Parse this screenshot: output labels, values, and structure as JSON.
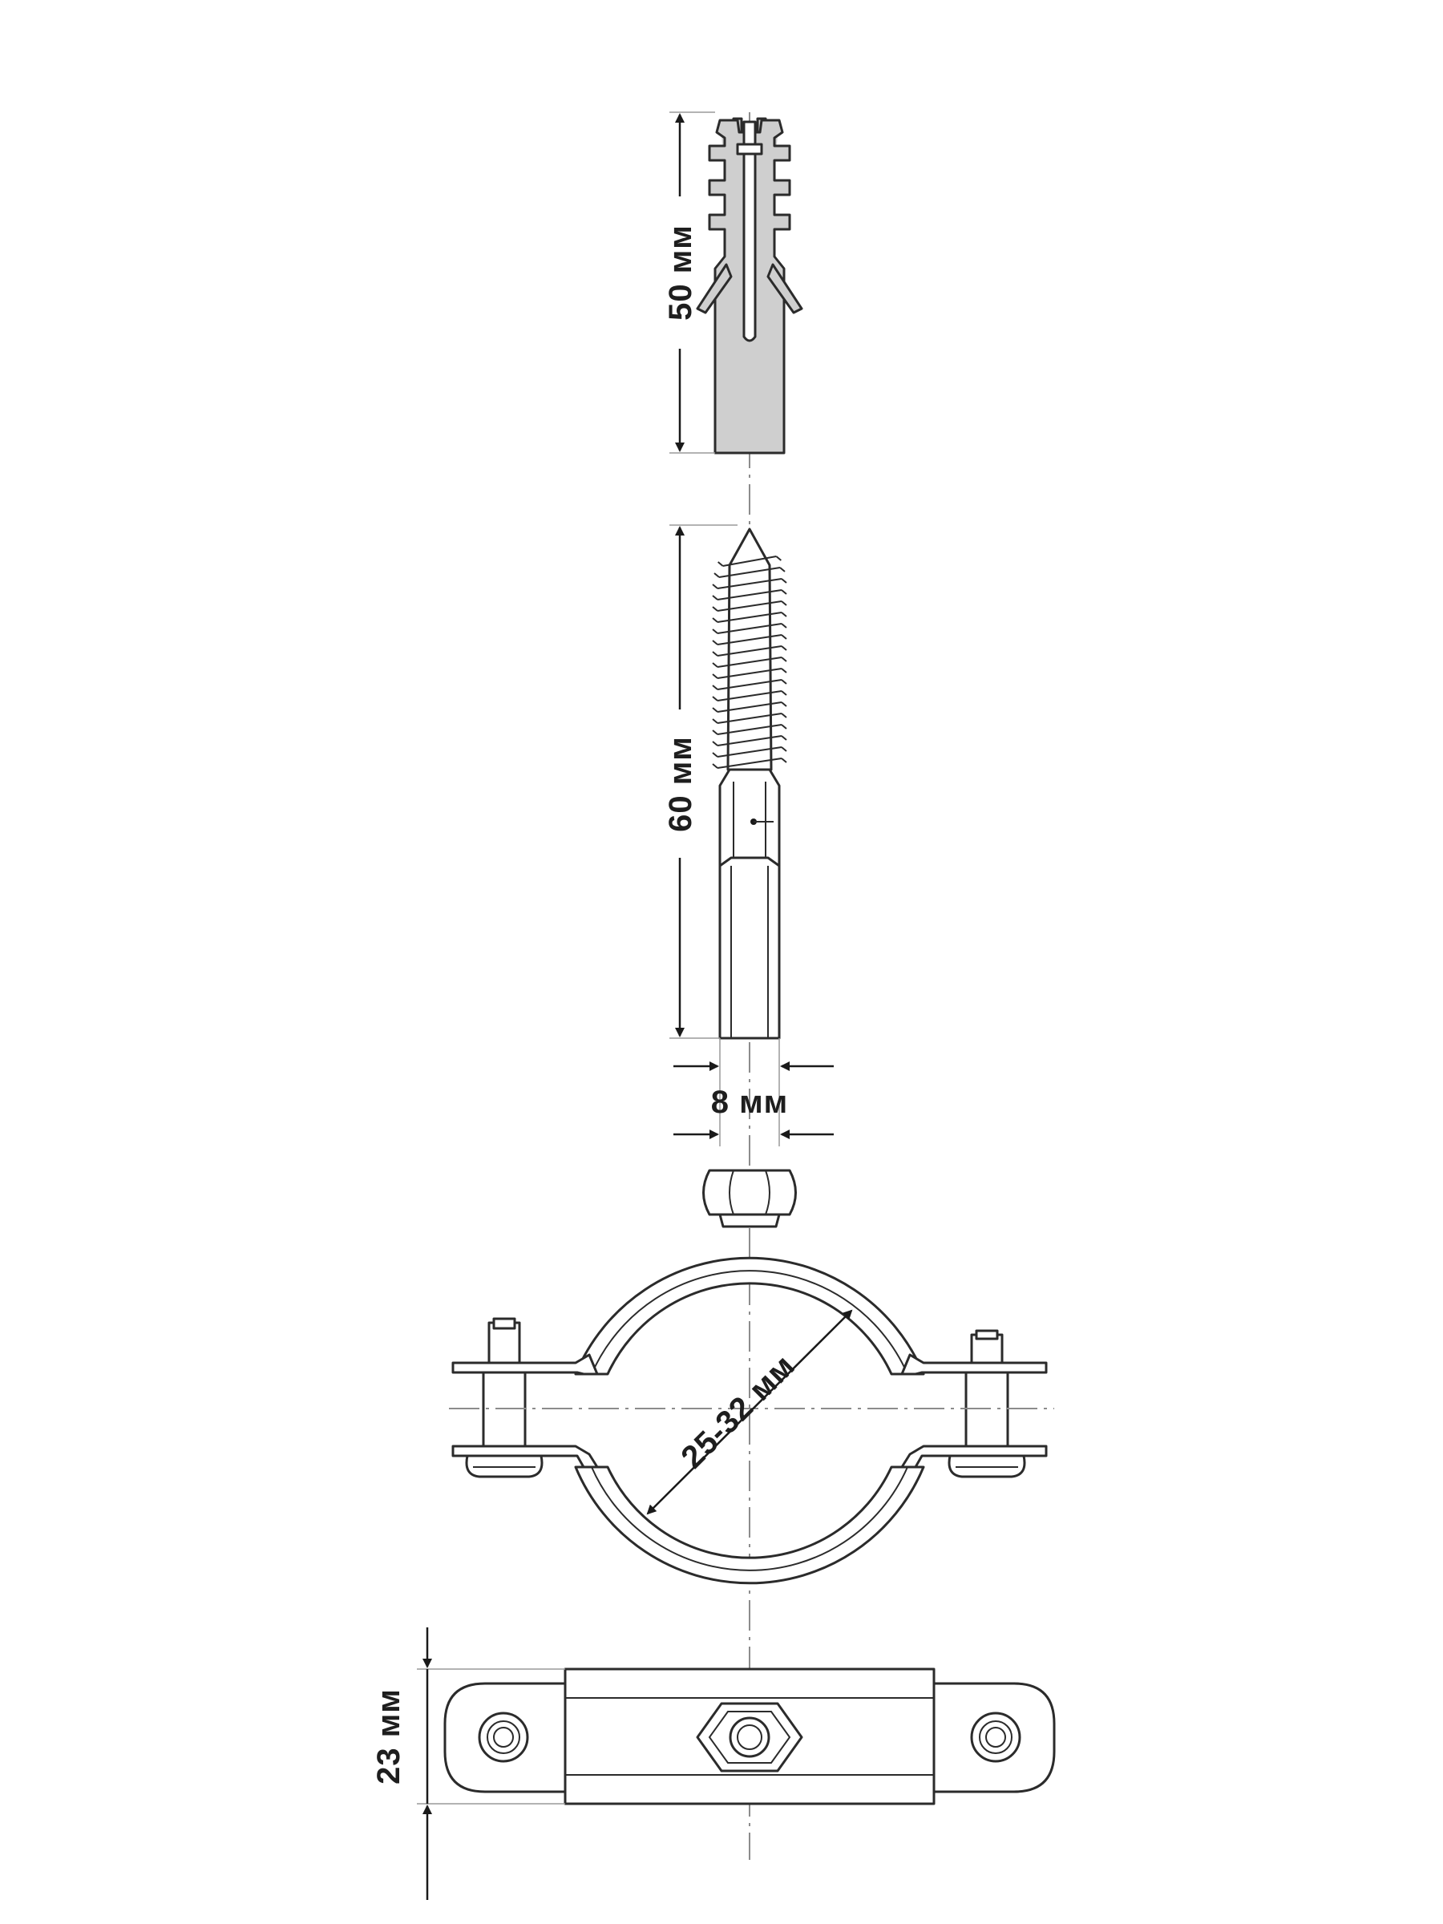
{
  "diagram": {
    "components": [
      "anchor-plug",
      "hanger-bolt",
      "pipe-clamp-front",
      "pipe-clamp-top"
    ],
    "labels": {
      "plug_length": "50 мм",
      "bolt_length": "60 мм",
      "bolt_diameter": "8 мм",
      "clamp_range": "25-32 мм",
      "clamp_width": "23 мм"
    },
    "colors": {
      "line": "#2b2b2b",
      "plug_fill": "#cfcfcf",
      "axis": "#8c8c8c"
    }
  }
}
